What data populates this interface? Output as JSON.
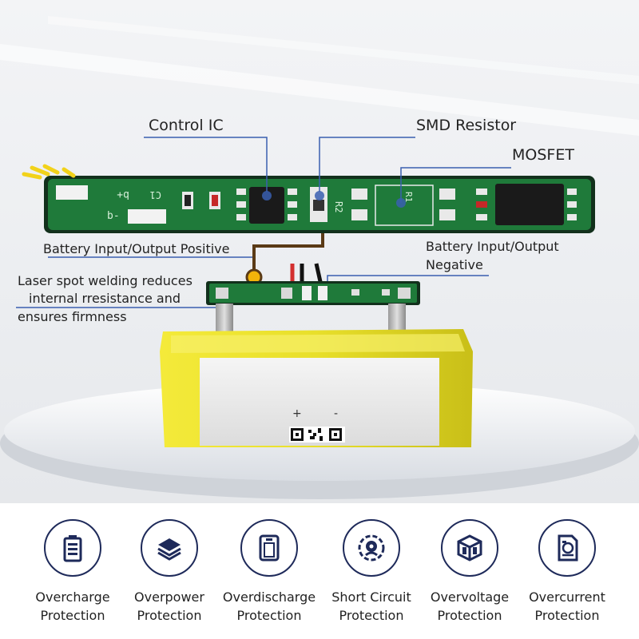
{
  "callouts": {
    "control_ic": "Control IC",
    "smd_resistor": "SMD Resistor",
    "mosfet": "MOSFET",
    "input_output_positive": "Battery Input/Output Positive",
    "input_output_negative_line1": "Battery Input/Output",
    "input_output_negative_line2": "Negative",
    "laser_line1": "Laser spot welding reduces",
    "laser_line2": "internal rresistance and",
    "laser_line3": "ensures firmness"
  },
  "pcb_markings": {
    "b_plus": "b+",
    "b_minus": "b-",
    "c1": "C1",
    "r2": "R2",
    "r1": "R1"
  },
  "battery_markings": {
    "plus": "+",
    "minus": "-"
  },
  "protections": [
    {
      "icon": "battery-icon",
      "line1": "Overcharge",
      "line2": "Protection"
    },
    {
      "icon": "layers-icon",
      "line1": "Overpower",
      "line2": "Protection"
    },
    {
      "icon": "phone-battery-icon",
      "line1": "Overdischarge",
      "line2": "Protection"
    },
    {
      "icon": "short-circuit-icon",
      "line1": "Short Circuit",
      "line2": "Protection"
    },
    {
      "icon": "cube-icon",
      "line1": "Overvoltage",
      "line2": "Protection"
    },
    {
      "icon": "circuit-document-icon",
      "line1": "Overcurrent",
      "line2": "Protection"
    }
  ],
  "colors": {
    "pcb_green": "#1f7a3a",
    "battery_yellow": "#e8df2a",
    "icon_navy": "#1e2a5a",
    "callout_blue": "#3a5fb0"
  }
}
